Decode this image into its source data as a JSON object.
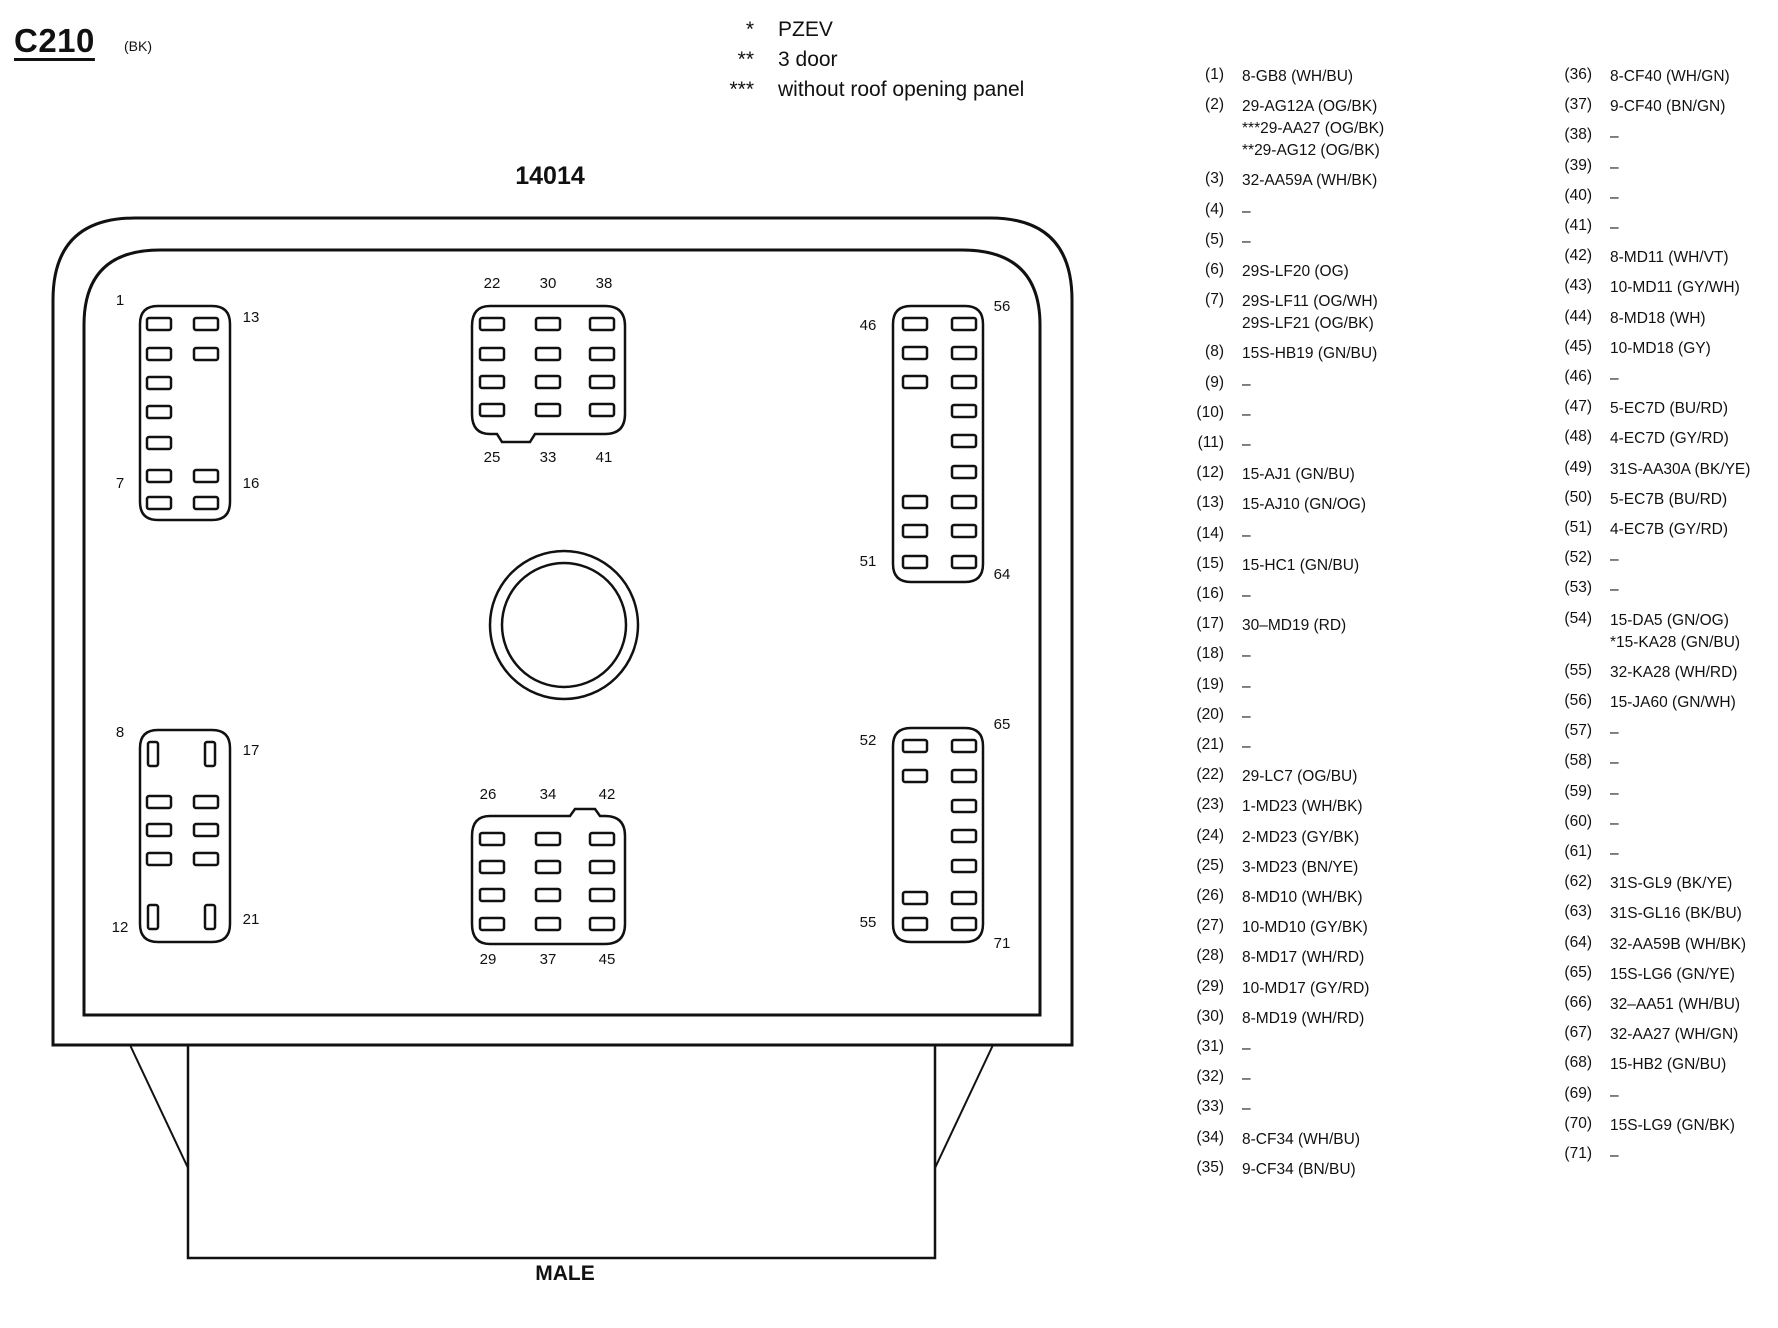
{
  "connector": {
    "id": "C210",
    "color": "(BK)",
    "part_number": "14014",
    "gender": "MALE"
  },
  "legend": [
    {
      "symbol": "*",
      "text": "PZEV"
    },
    {
      "symbol": "**",
      "text": "3 door"
    },
    {
      "symbol": "***",
      "text": "without roof opening panel"
    }
  ],
  "cavity_labels": [
    "1",
    "13",
    "7",
    "16",
    "22",
    "30",
    "38",
    "25",
    "33",
    "41",
    "46",
    "56",
    "51",
    "64",
    "8",
    "17",
    "12",
    "21",
    "26",
    "34",
    "42",
    "29",
    "37",
    "45",
    "52",
    "65",
    "55",
    "71"
  ],
  "pins": [
    {
      "n": "(1)",
      "c": [
        "8-GB8 (WH/BU)"
      ]
    },
    {
      "n": "(2)",
      "c": [
        "29-AG12A (OG/BK)",
        "***29-AA27 (OG/BK)",
        "**29-AG12 (OG/BK)"
      ]
    },
    {
      "n": "(3)",
      "c": [
        "32-AA59A (WH/BK)"
      ]
    },
    {
      "n": "(4)",
      "c": [
        "–"
      ]
    },
    {
      "n": "(5)",
      "c": [
        "–"
      ]
    },
    {
      "n": "(6)",
      "c": [
        "29S-LF20 (OG)"
      ]
    },
    {
      "n": "(7)",
      "c": [
        "29S-LF11 (OG/WH)",
        "29S-LF21 (OG/BK)"
      ]
    },
    {
      "n": "(8)",
      "c": [
        "15S-HB19 (GN/BU)"
      ]
    },
    {
      "n": "(9)",
      "c": [
        "–"
      ]
    },
    {
      "n": "(10)",
      "c": [
        "–"
      ]
    },
    {
      "n": "(11)",
      "c": [
        "–"
      ]
    },
    {
      "n": "(12)",
      "c": [
        "15-AJ1 (GN/BU)"
      ]
    },
    {
      "n": "(13)",
      "c": [
        "15-AJ10 (GN/OG)"
      ]
    },
    {
      "n": "(14)",
      "c": [
        "–"
      ]
    },
    {
      "n": "(15)",
      "c": [
        "15-HC1 (GN/BU)"
      ]
    },
    {
      "n": "(16)",
      "c": [
        "–"
      ]
    },
    {
      "n": "(17)",
      "c": [
        "30–MD19 (RD)"
      ]
    },
    {
      "n": "(18)",
      "c": [
        "–"
      ]
    },
    {
      "n": "(19)",
      "c": [
        "–"
      ]
    },
    {
      "n": "(20)",
      "c": [
        "–"
      ]
    },
    {
      "n": "(21)",
      "c": [
        "–"
      ]
    },
    {
      "n": "(22)",
      "c": [
        "29-LC7 (OG/BU)"
      ]
    },
    {
      "n": "(23)",
      "c": [
        "1-MD23 (WH/BK)"
      ]
    },
    {
      "n": "(24)",
      "c": [
        "2-MD23 (GY/BK)"
      ]
    },
    {
      "n": "(25)",
      "c": [
        "3-MD23 (BN/YE)"
      ]
    },
    {
      "n": "(26)",
      "c": [
        "8-MD10 (WH/BK)"
      ]
    },
    {
      "n": "(27)",
      "c": [
        "10-MD10 (GY/BK)"
      ]
    },
    {
      "n": "(28)",
      "c": [
        "8-MD17 (WH/RD)"
      ]
    },
    {
      "n": "(29)",
      "c": [
        "10-MD17 (GY/RD)"
      ]
    },
    {
      "n": "(30)",
      "c": [
        "8-MD19 (WH/RD)"
      ]
    },
    {
      "n": "(31)",
      "c": [
        "–"
      ]
    },
    {
      "n": "(32)",
      "c": [
        "–"
      ]
    },
    {
      "n": "(33)",
      "c": [
        "–"
      ]
    },
    {
      "n": "(34)",
      "c": [
        "8-CF34 (WH/BU)"
      ]
    },
    {
      "n": "(35)",
      "c": [
        "9-CF34 (BN/BU)"
      ]
    },
    {
      "n": "(36)",
      "c": [
        "8-CF40 (WH/GN)"
      ]
    },
    {
      "n": "(37)",
      "c": [
        "9-CF40 (BN/GN)"
      ]
    },
    {
      "n": "(38)",
      "c": [
        "–"
      ]
    },
    {
      "n": "(39)",
      "c": [
        "–"
      ]
    },
    {
      "n": "(40)",
      "c": [
        "–"
      ]
    },
    {
      "n": "(41)",
      "c": [
        "–"
      ]
    },
    {
      "n": "(42)",
      "c": [
        "8-MD11 (WH/VT)"
      ]
    },
    {
      "n": "(43)",
      "c": [
        "10-MD11 (GY/WH)"
      ]
    },
    {
      "n": "(44)",
      "c": [
        "8-MD18 (WH)"
      ]
    },
    {
      "n": "(45)",
      "c": [
        "10-MD18 (GY)"
      ]
    },
    {
      "n": "(46)",
      "c": [
        "–"
      ]
    },
    {
      "n": "(47)",
      "c": [
        "5-EC7D (BU/RD)"
      ]
    },
    {
      "n": "(48)",
      "c": [
        "4-EC7D (GY/RD)"
      ]
    },
    {
      "n": "(49)",
      "c": [
        "31S-AA30A (BK/YE)"
      ]
    },
    {
      "n": "(50)",
      "c": [
        "5-EC7B (BU/RD)"
      ]
    },
    {
      "n": "(51)",
      "c": [
        "4-EC7B (GY/RD)"
      ]
    },
    {
      "n": "(52)",
      "c": [
        "–"
      ]
    },
    {
      "n": "(53)",
      "c": [
        "–"
      ]
    },
    {
      "n": "(54)",
      "c": [
        "15-DA5 (GN/OG)",
        "*15-KA28 (GN/BU)"
      ]
    },
    {
      "n": "(55)",
      "c": [
        "32-KA28 (WH/RD)"
      ]
    },
    {
      "n": "(56)",
      "c": [
        "15-JA60 (GN/WH)"
      ]
    },
    {
      "n": "(57)",
      "c": [
        "–"
      ]
    },
    {
      "n": "(58)",
      "c": [
        "–"
      ]
    },
    {
      "n": "(59)",
      "c": [
        "–"
      ]
    },
    {
      "n": "(60)",
      "c": [
        "–"
      ]
    },
    {
      "n": "(61)",
      "c": [
        "–"
      ]
    },
    {
      "n": "(62)",
      "c": [
        "31S-GL9 (BK/YE)"
      ]
    },
    {
      "n": "(63)",
      "c": [
        "31S-GL16 (BK/BU)"
      ]
    },
    {
      "n": "(64)",
      "c": [
        "32-AA59B (WH/BK)"
      ]
    },
    {
      "n": "(65)",
      "c": [
        "15S-LG6 (GN/YE)"
      ]
    },
    {
      "n": "(66)",
      "c": [
        "32–AA51 (WH/BU)"
      ]
    },
    {
      "n": "(67)",
      "c": [
        "32-AA27 (WH/GN)"
      ]
    },
    {
      "n": "(68)",
      "c": [
        "15-HB2 (GN/BU)"
      ]
    },
    {
      "n": "(69)",
      "c": [
        "–"
      ]
    },
    {
      "n": "(70)",
      "c": [
        "15S-LG9 (GN/BK)"
      ]
    },
    {
      "n": "(71)",
      "c": [
        "–"
      ]
    }
  ]
}
